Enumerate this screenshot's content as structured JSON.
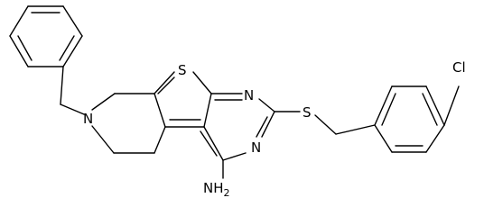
{
  "molecule": {
    "atom_labels": {
      "S_ring": "S",
      "N_top": "N",
      "N_mid": "N",
      "N_ring": "N",
      "S_link": "S",
      "Cl": "Cl",
      "NH2": "NH",
      "NH2_sub": "2"
    },
    "colors": {
      "bond": "#000000",
      "text": "#000000",
      "background": "#ffffff"
    }
  }
}
